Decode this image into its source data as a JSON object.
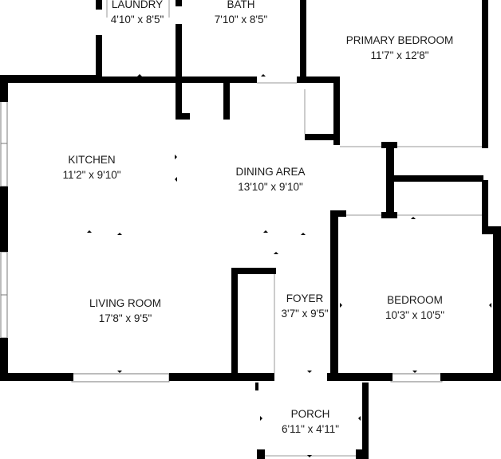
{
  "rooms": {
    "laundry": {
      "name": "LAUNDRY",
      "dims": "4'10\" x 8'5\""
    },
    "bath": {
      "name": "BATH",
      "dims": "7'10\" x 8'5\""
    },
    "primary_bedroom": {
      "name": "PRIMARY BEDROOM",
      "dims": "11'7\" x 12'8\""
    },
    "kitchen": {
      "name": "KITCHEN",
      "dims": "11'2\" x 9'10\""
    },
    "dining_area": {
      "name": "DINING AREA",
      "dims": "13'10\" x 9'10\""
    },
    "living_room": {
      "name": "LIVING ROOM",
      "dims": "17'8\" x 9'5\""
    },
    "foyer": {
      "name": "FOYER",
      "dims": "3'7\" x 9'5\""
    },
    "bedroom": {
      "name": "BEDROOM",
      "dims": "10'3\" x 10'5\""
    },
    "porch": {
      "name": "PORCH",
      "dims": "6'11\" x 4'11\""
    }
  },
  "colors": {
    "wall": "#000000",
    "window": "#cfcfcf",
    "background": "#ffffff",
    "text": "#1a1a1a"
  }
}
